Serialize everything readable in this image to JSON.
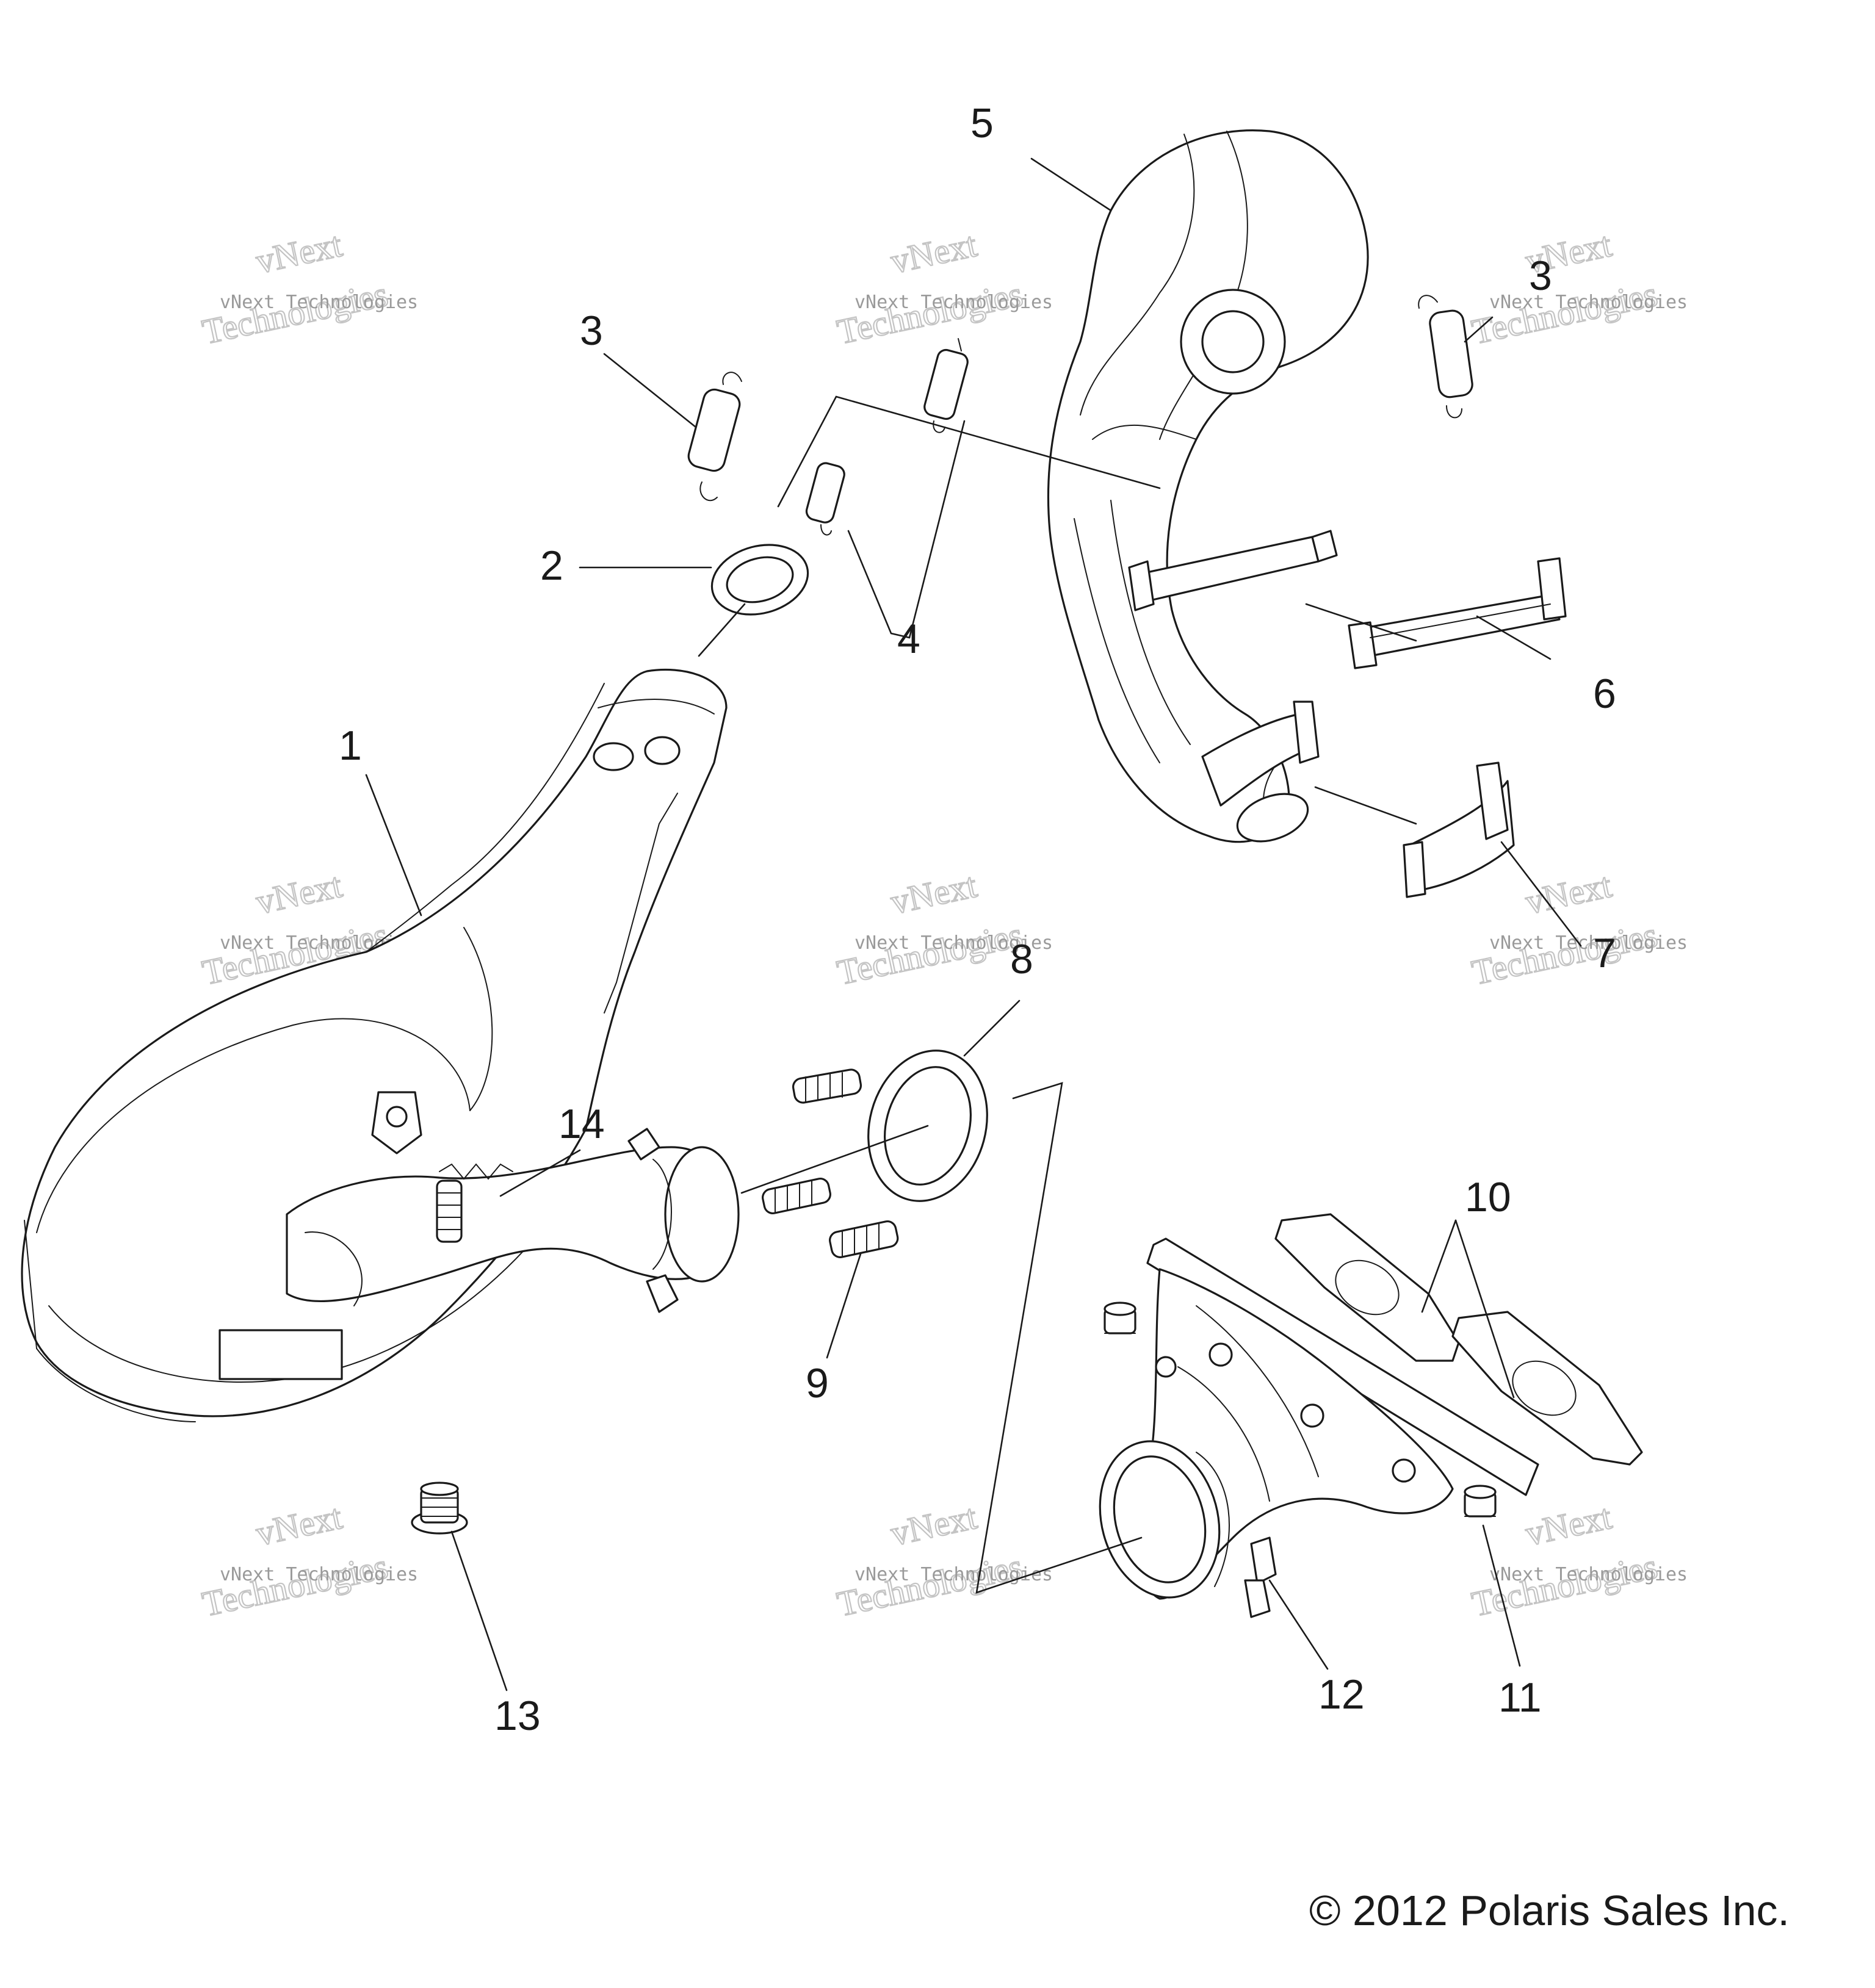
{
  "diagram": {
    "callouts": [
      {
        "id": "c1",
        "label": "1"
      },
      {
        "id": "c2",
        "label": "2"
      },
      {
        "id": "c3a",
        "label": "3"
      },
      {
        "id": "c3b",
        "label": "3"
      },
      {
        "id": "c4",
        "label": "4"
      },
      {
        "id": "c5",
        "label": "5"
      },
      {
        "id": "c6",
        "label": "6"
      },
      {
        "id": "c7",
        "label": "7"
      },
      {
        "id": "c8",
        "label": "8"
      },
      {
        "id": "c9",
        "label": "9"
      },
      {
        "id": "c10",
        "label": "10"
      },
      {
        "id": "c11",
        "label": "11"
      },
      {
        "id": "c12",
        "label": "12"
      },
      {
        "id": "c13",
        "label": "13"
      },
      {
        "id": "c14",
        "label": "14"
      }
    ],
    "watermark": {
      "line1": "vNext Technologies",
      "line2": "vNext",
      "line3": "Technologies"
    },
    "copyright": "© 2012 Polaris Sales Inc."
  }
}
